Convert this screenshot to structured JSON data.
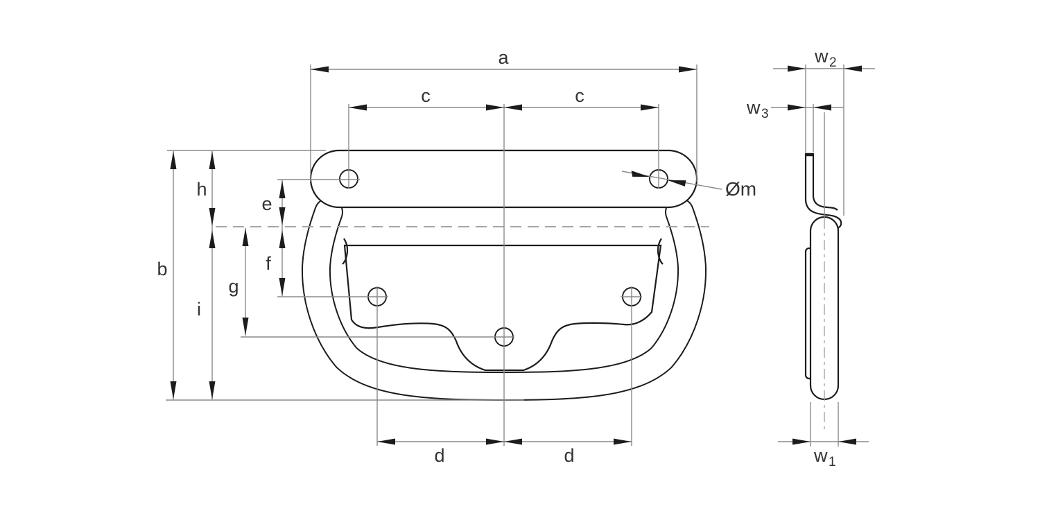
{
  "front_view": {
    "dim_labels": {
      "a": "a",
      "b": "b",
      "c_left": "c",
      "c_right": "c",
      "d_left": "d",
      "d_right": "d",
      "e": "e",
      "f": "f",
      "g": "g",
      "h": "h",
      "i": "i",
      "diameter": "Øm"
    }
  },
  "side_view": {
    "dim_labels": {
      "w1": {
        "base": "w",
        "sub": "1"
      },
      "w2": {
        "base": "w",
        "sub": "2"
      },
      "w3": {
        "base": "w",
        "sub": "3"
      }
    }
  },
  "colors": {
    "outline": "#1c1c1c",
    "dimension_line": "#8a8a8a",
    "centerline": "#a6a6a6",
    "arrow": "#1c1c1c",
    "label_text": "#333333",
    "background": "#ffffff"
  }
}
